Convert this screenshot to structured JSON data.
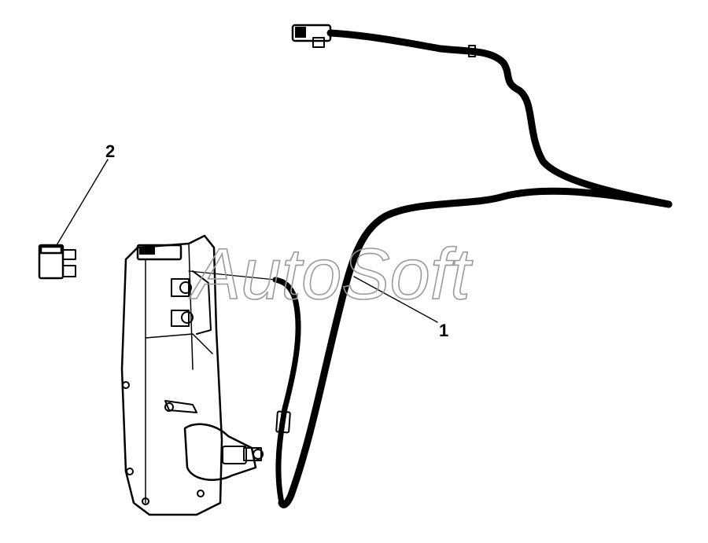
{
  "callouts": [
    {
      "id": "1",
      "label": "1"
    },
    {
      "id": "2",
      "label": "2"
    }
  ],
  "watermark": "AutoSoft",
  "colors": {
    "line": "#000000",
    "background": "#ffffff",
    "watermark": "#9a9a9a"
  }
}
